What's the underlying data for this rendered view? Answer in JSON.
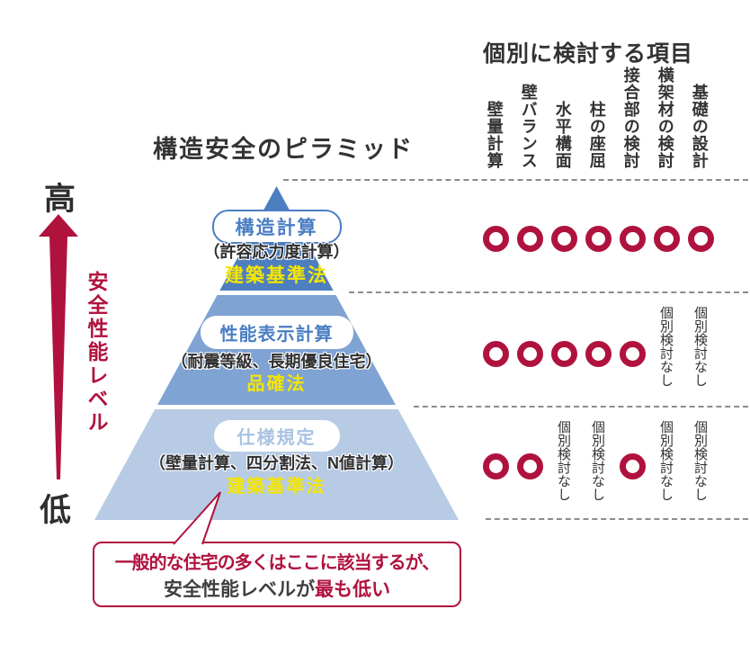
{
  "colors": {
    "crimson": "#b0123e",
    "tier1_blue": "#4d7fc0",
    "tier2_blue": "#7fa3d3",
    "tier3_blue": "#b7cbe5",
    "pill_text_blue": "#4a7ec2",
    "pill_text_light_blue": "#a9c3e2",
    "law_yellow": "#f5e600",
    "text_dark": "#333333",
    "dash_gray": "#8c8c8c"
  },
  "right_panel": {
    "title": "個別に検討する項目",
    "columns": [
      "壁量計算",
      "壁バランス",
      "水平構面",
      "柱の座屈",
      "接合部の検討",
      "横架材の検討",
      "基礎の設計"
    ],
    "no_check_label": "個別検討なし",
    "rows": [
      {
        "tier": "構造計算",
        "cells": [
          1,
          1,
          1,
          1,
          1,
          1,
          1
        ]
      },
      {
        "tier": "性能表示計算",
        "cells": [
          1,
          1,
          1,
          1,
          1,
          0,
          0
        ]
      },
      {
        "tier": "仕様規定",
        "cells": [
          1,
          1,
          0,
          0,
          1,
          0,
          0
        ]
      }
    ]
  },
  "pyramid": {
    "title": "構造安全のピラミッド",
    "tiers": [
      {
        "name": "構造計算",
        "detail": "（許容応力度計算）",
        "law": "建築基準法"
      },
      {
        "name": "性能表示計算",
        "detail": "（耐震等級、長期優良住宅）",
        "law": "品確法"
      },
      {
        "name": "仕様規定",
        "detail": "（壁量計算、四分割法、N値計算）",
        "law": "建築基準法"
      }
    ]
  },
  "axis": {
    "high": "高",
    "low": "低",
    "label": "安全性能レベル"
  },
  "callout": {
    "line1": "一般的な住宅の多くはここに該当するが、",
    "line2_prefix": "安全性能レベルが",
    "line2_emphasis": "最も低い"
  }
}
